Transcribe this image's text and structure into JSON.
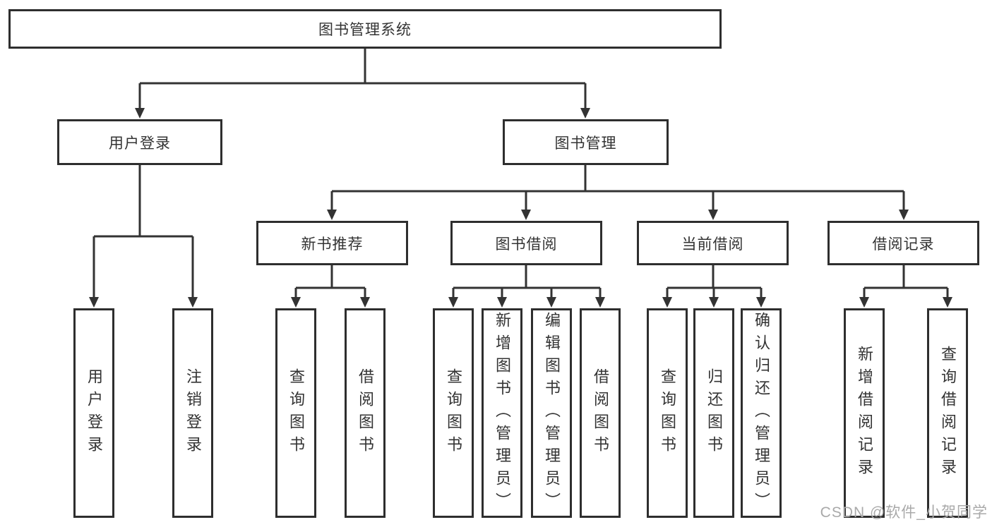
{
  "nodes": {
    "root": "图书管理系统",
    "level2": [
      "用户登录",
      "图书管理"
    ],
    "level3": [
      "新书推荐",
      "图书借阅",
      "当前借阅",
      "借阅记录"
    ],
    "leaves": [
      "用户登录",
      "注销登录",
      "查询图书",
      "借阅图书",
      "查询图书",
      "新增图书（管理员）",
      "编辑图书（管理员）",
      "借阅图书",
      "查询图书",
      "归还图书",
      "确认归还（管理员）",
      "新增借阅记录",
      "查询借阅记录"
    ]
  },
  "hierarchy": {
    "图书管理系统": [
      "用户登录",
      "图书管理"
    ],
    "用户登录": [
      "用户登录",
      "注销登录"
    ],
    "图书管理": [
      "新书推荐",
      "图书借阅",
      "当前借阅",
      "借阅记录"
    ],
    "新书推荐": [
      "查询图书",
      "借阅图书"
    ],
    "图书借阅": [
      "查询图书",
      "新增图书（管理员）",
      "编辑图书（管理员）",
      "借阅图书"
    ],
    "当前借阅": [
      "查询图书",
      "归还图书",
      "确认归还（管理员）"
    ],
    "借阅记录": [
      "新增借阅记录",
      "查询借阅记录"
    ]
  },
  "watermark": "CSDN @软件_小贺同学",
  "colors": {
    "line": "#333333",
    "box_border": "#2e2e2e",
    "text": "#333333",
    "watermark": "#a9a9a9",
    "background": "#ffffff"
  }
}
